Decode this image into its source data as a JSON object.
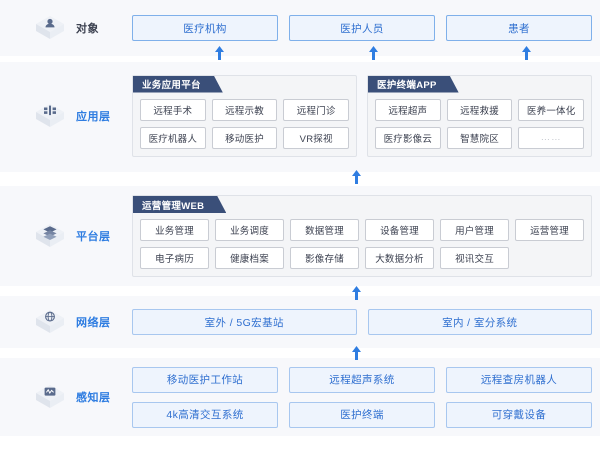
{
  "layers": [
    {
      "id": "object",
      "label": "对象",
      "icon": "user-cube-icon",
      "label_tone": "dark"
    },
    {
      "id": "app",
      "label": "应用层",
      "icon": "apps-cube-icon",
      "label_tone": "blue"
    },
    {
      "id": "platform",
      "label": "平台层",
      "icon": "stack-cube-icon",
      "label_tone": "blue"
    },
    {
      "id": "network",
      "label": "网络层",
      "icon": "globe-cube-icon",
      "label_tone": "blue"
    },
    {
      "id": "sensing",
      "label": "感知层",
      "icon": "monitor-cube-icon",
      "label_tone": "blue"
    }
  ],
  "object_layer": {
    "boxes": [
      "医疗机构",
      "医护人员",
      "患者"
    ]
  },
  "app_layer": {
    "panels": [
      {
        "title": "业务应用平台",
        "rows": [
          [
            "远程手术",
            "远程示教",
            "远程门诊"
          ],
          [
            "医疗机器人",
            "移动医护",
            "VR探视"
          ]
        ]
      },
      {
        "title": "医护终端APP",
        "rows": [
          [
            "远程超声",
            "远程救援",
            "医养一体化"
          ],
          [
            "医疗影像云",
            "智慧院区",
            "……"
          ]
        ]
      }
    ]
  },
  "platform_layer": {
    "panels": [
      {
        "title": "运营管理WEB",
        "rows": [
          [
            "业务管理",
            "业务调度",
            "数据管理",
            "设备管理",
            "用户管理",
            "运营管理"
          ],
          [
            "电子病历",
            "健康档案",
            "影像存储",
            "大数据分析",
            "视讯交互",
            ""
          ]
        ]
      }
    ]
  },
  "network_layer": {
    "boxes": [
      "室外 / 5G宏基站",
      "室内 / 室分系统"
    ]
  },
  "sensing_layer": {
    "rows": [
      [
        "移动医护工作站",
        "远程超声系统",
        "远程查房机器人"
      ],
      [
        "4k高清交互系统",
        "医护终端",
        "可穿戴设备"
      ]
    ]
  },
  "arrows": {
    "icon": "arrow-up-icon",
    "color": "#2f7de1",
    "count": 7
  },
  "colors": {
    "accent": "#2f7de1",
    "panel_head": "#3a4f79",
    "pill_fill": "#eef4fd",
    "pill_border": "#a8c7ef",
    "band": "#f7f8fb",
    "text_dark": "#3d4251"
  }
}
